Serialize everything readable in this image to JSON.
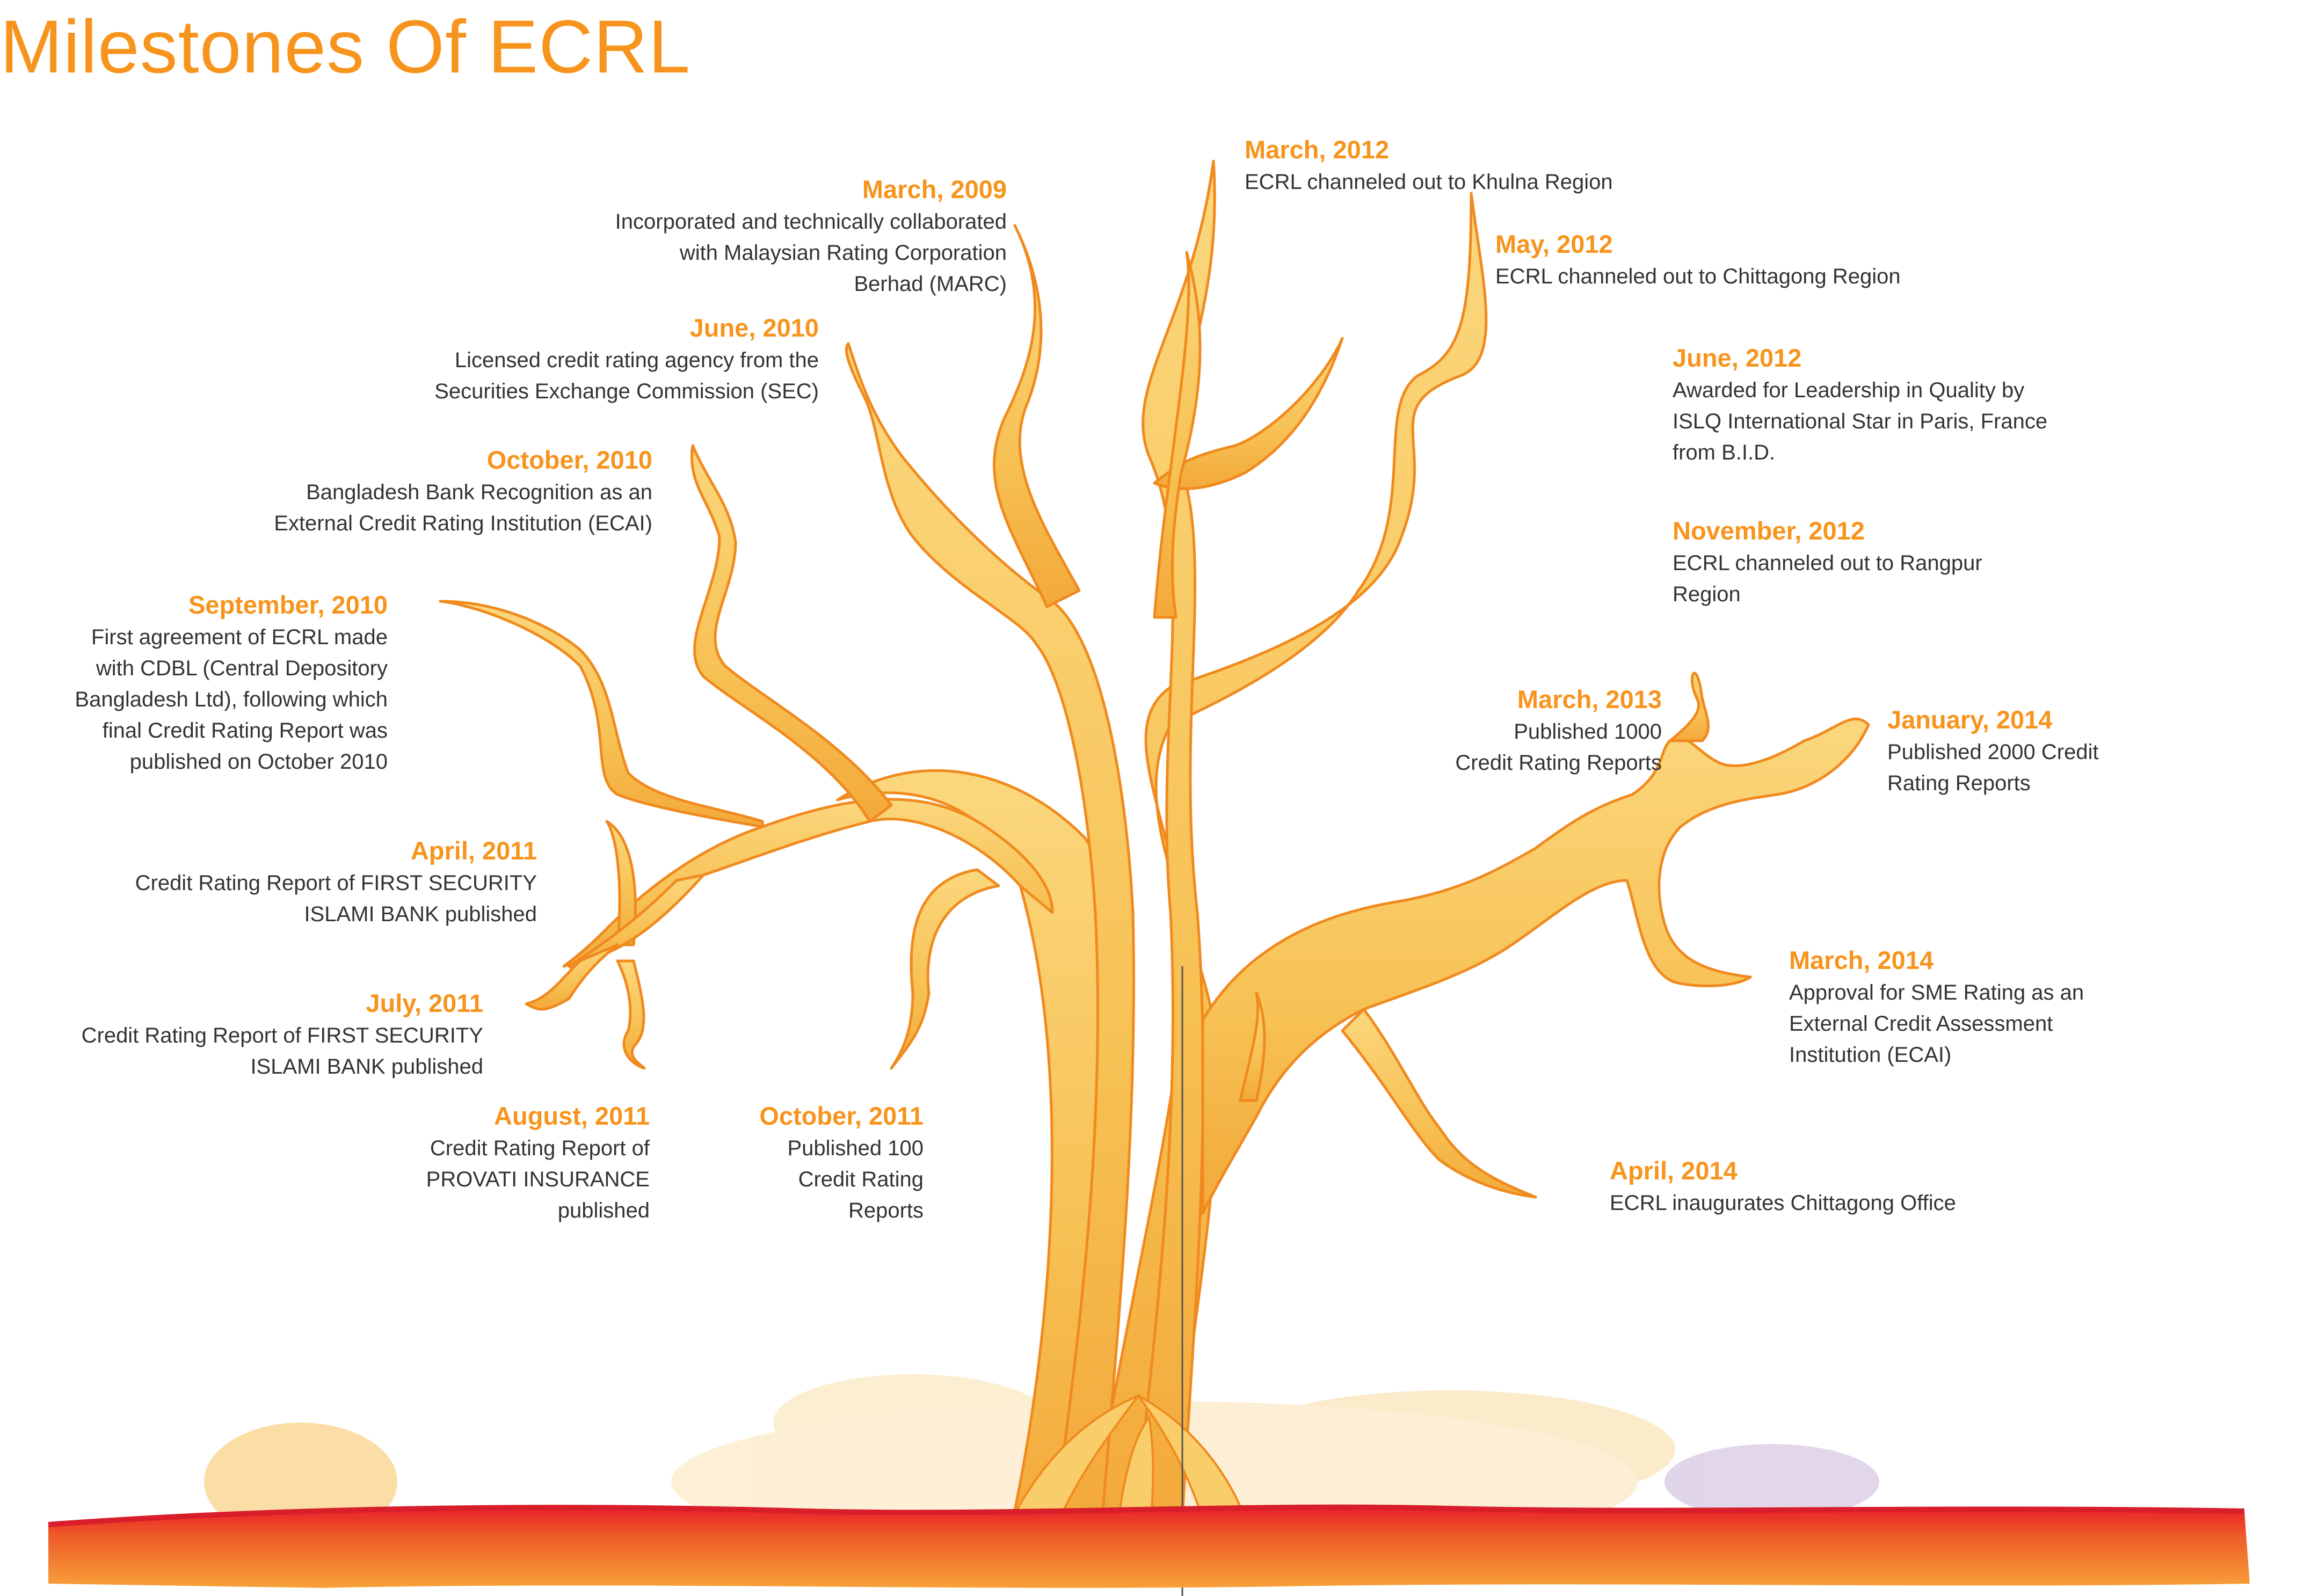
{
  "title": "Milestones Of ECRL",
  "colors": {
    "accent": "#f7941d",
    "text": "#333333",
    "tree_fill": "#f8c45a",
    "tree_stroke": "#f08a1e",
    "ground": "#e8502a"
  },
  "milestones": {
    "m2009_03": {
      "date": "March, 2009",
      "desc": "Incorporated and technically collaborated\nwith Malaysian Rating Corporation\nBerhad (MARC)"
    },
    "m2010_06": {
      "date": "June, 2010",
      "desc": "Licensed credit rating agency from the\nSecurities Exchange Commission (SEC)"
    },
    "m2010_10": {
      "date": "October, 2010",
      "desc": "Bangladesh Bank Recognition as an\nExternal Credit Rating Institution (ECAI)"
    },
    "m2010_09": {
      "date": "September, 2010",
      "desc": "First agreement of ECRL made\nwith CDBL (Central Depository\nBangladesh Ltd), following which\nfinal Credit Rating Report was\npublished on October 2010"
    },
    "m2011_04": {
      "date": "April, 2011",
      "desc": "Credit Rating Report of FIRST SECURITY\nISLAMI BANK published"
    },
    "m2011_07": {
      "date": "July, 2011",
      "desc": "Credit Rating Report of FIRST SECURITY\nISLAMI BANK published"
    },
    "m2011_08": {
      "date": "August, 2011",
      "desc": "Credit Rating Report of\nPROVATI INSURANCE\npublished"
    },
    "m2011_10": {
      "date": "October, 2011",
      "desc": "Published 100\nCredit Rating\nReports"
    },
    "m2012_03": {
      "date": "March, 2012",
      "desc": "ECRL channeled out to Khulna Region"
    },
    "m2012_05": {
      "date": "May, 2012",
      "desc": "ECRL channeled out to Chittagong Region"
    },
    "m2012_06": {
      "date": "June, 2012",
      "desc": "Awarded for Leadership in Quality by\nISLQ International Star in Paris, France\nfrom B.I.D."
    },
    "m2012_11": {
      "date": "November, 2012",
      "desc": "ECRL channeled out to Rangpur\nRegion"
    },
    "m2013_03": {
      "date": "March, 2013",
      "desc": "Published 1000\nCredit Rating Reports"
    },
    "m2014_01": {
      "date": "January, 2014",
      "desc": "Published 2000 Credit\nRating Reports"
    },
    "m2014_03": {
      "date": "March, 2014",
      "desc": "Approval for SME Rating as an\nExternal Credit Assessment\nInstitution (ECAI)"
    },
    "m2014_04": {
      "date": "April, 2014",
      "desc": "ECRL inaugurates Chittagong Office"
    }
  }
}
